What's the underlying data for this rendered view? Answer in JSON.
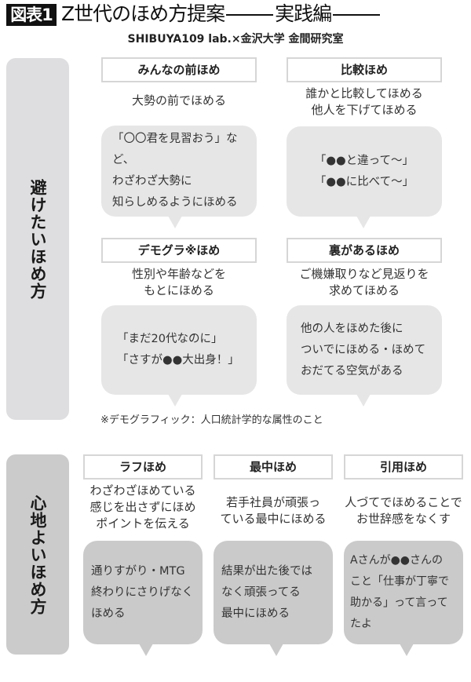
{
  "header": {
    "badge": "図表1",
    "title_main": "Z世代のほめ方提案",
    "title_sub": "実践編",
    "subtitle": "SHIBUYA109 lab.×金沢大学 金間研究室"
  },
  "colors": {
    "badge_bg": "#111111",
    "side_top_bg": "#dedddf",
    "side_bottom_bg": "#cbcbcb",
    "bubble_light": "#e6e6e6",
    "bubble_dark": "#cacaca",
    "header_border": "#d6d6d6"
  },
  "sections": [
    {
      "label": "避けたいほめ方",
      "cards": [
        {
          "title": "みんなの前ほめ",
          "description": "大勢の前でほめる",
          "example": "「〇〇君を見習おう」など、\nわざわざ大勢に\n知らしめるようにほめる"
        },
        {
          "title": "比較ほめ",
          "description": "誰かと比較してほめる\n他人を下げてほめる",
          "example": "「●●と違って〜」\n「●●に比べて〜」"
        },
        {
          "title": "デモグラ※ほめ",
          "description": "性別や年齢などを\nもとにほめる",
          "example": "「まだ20代なのに」\n「さすが●●大出身！」"
        },
        {
          "title": "裏があるほめ",
          "description": "ご機嫌取りなど見返りを\n求めてほめる",
          "example": "他の人をほめた後に\nついでにほめる・ほめて\nおだてる空気がある"
        }
      ],
      "footnote": "※デモグラフィック：人口統計学的な属性のこと"
    },
    {
      "label": "心地よいほめ方",
      "cards": [
        {
          "title": "ラフほめ",
          "description": "わざわざほめている\n感じを出さずにほめ\nポイントを伝える",
          "example": "通りすがり・MTG\n終わりにさりげなく\nほめる"
        },
        {
          "title": "最中ほめ",
          "description": "若手社員が頑張っ\nている最中にほめる",
          "example": "結果が出た後では\nなく頑張ってる\n最中にほめる"
        },
        {
          "title": "引用ほめ",
          "description": "人づてでほめることで\nお世辞感をなくす",
          "example": "Aさんが●●さんの\nこと「仕事が丁寧で\n助かる」って言って\nたよ"
        }
      ]
    }
  ]
}
